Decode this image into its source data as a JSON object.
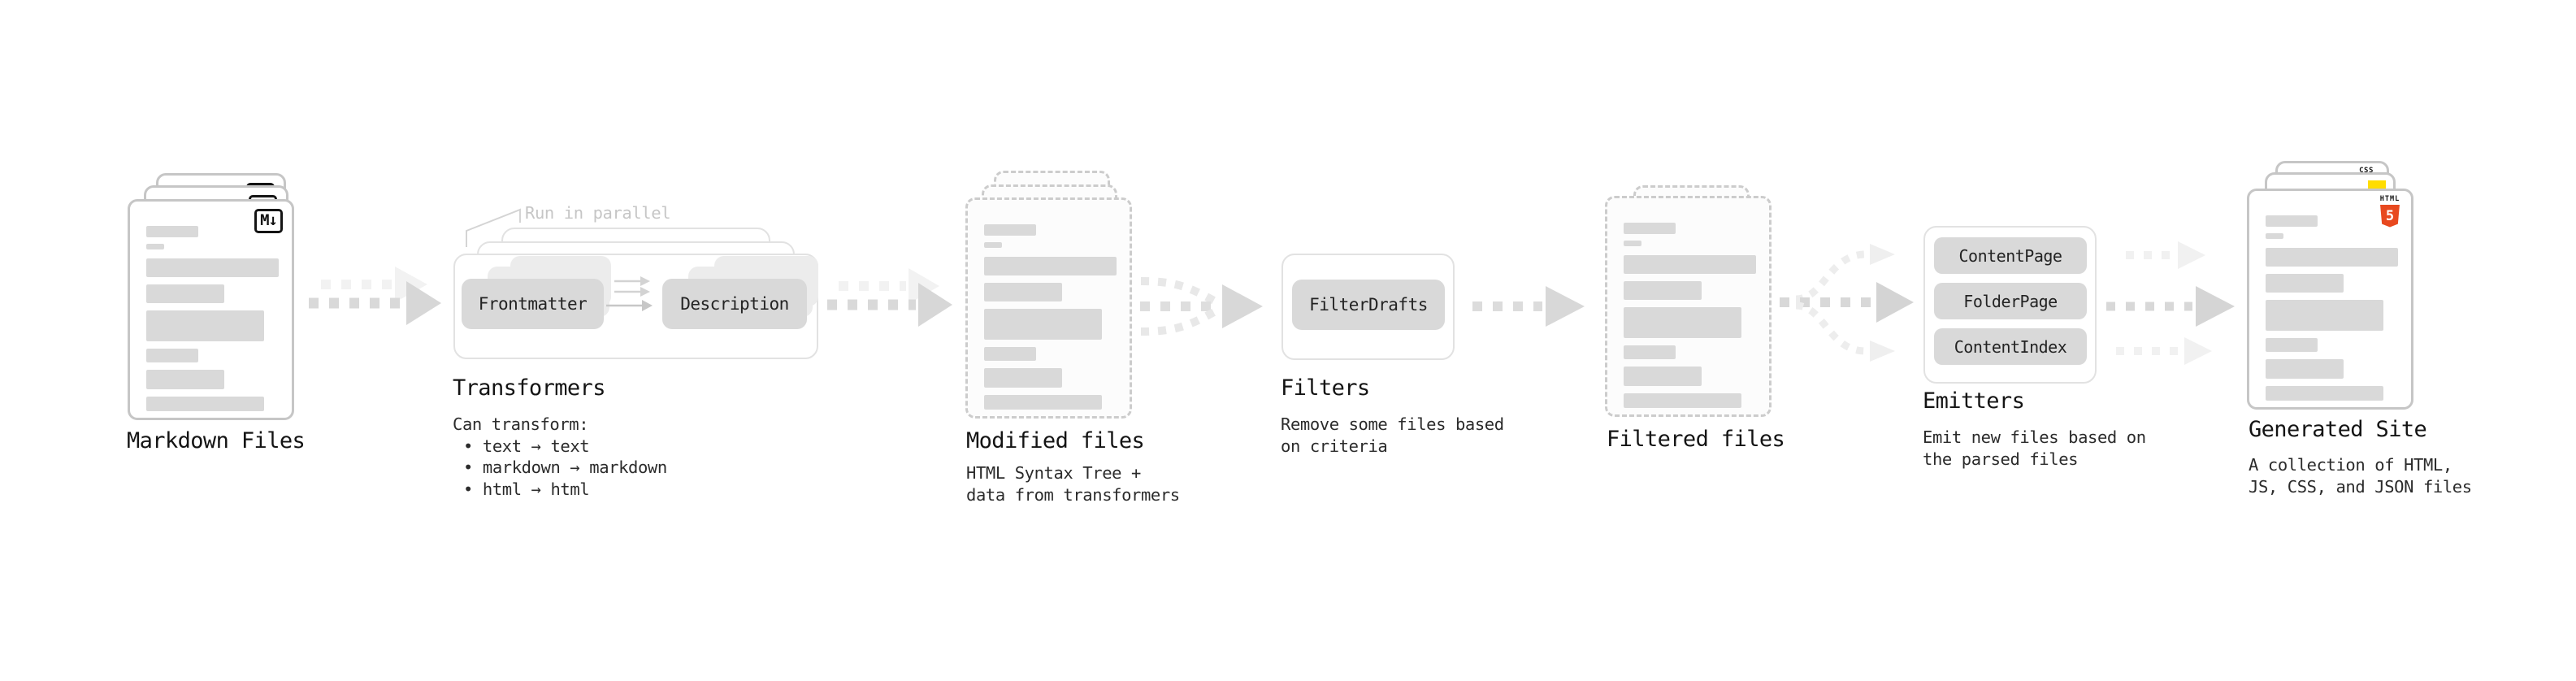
{
  "diagram": {
    "note": "Run in parallel",
    "stages": {
      "markdown": {
        "title": "Markdown Files",
        "badge": "M↓"
      },
      "transformers": {
        "title": "Transformers",
        "pills": {
          "frontmatter": "Frontmatter",
          "description": "Description"
        },
        "desc": [
          "Can transform:",
          "• text → text",
          "• markdown → markdown",
          "• html → html"
        ]
      },
      "modified": {
        "title": "Modified files",
        "desc": [
          "HTML Syntax Tree +",
          "data from transformers"
        ]
      },
      "filters": {
        "title": "Filters",
        "pills": {
          "filter_drafts": "FilterDrafts"
        },
        "desc": [
          "Remove some files based",
          "on criteria"
        ]
      },
      "filtered": {
        "title": "Filtered files"
      },
      "emitters": {
        "title": "Emitters",
        "pills": {
          "content_page": "ContentPage",
          "folder_page": "FolderPage",
          "content_index": "ContentIndex"
        },
        "desc": [
          "Emit new files based on",
          "the parsed files"
        ]
      },
      "generated": {
        "title": "Generated Site",
        "desc": [
          "A collection of HTML,",
          "JS, CSS, and JSON files"
        ],
        "badges": {
          "css": "CSS",
          "html_word": "HTML",
          "html_number": "5"
        }
      }
    },
    "colors": {
      "bar_gray": "#d9d9d9",
      "pill_gray": "#d9d9d9",
      "arrow_gray": "#d8d8d8",
      "arrow_faint": "#f1f1f1",
      "note_gray": "#c6c6c6",
      "html5_orange": "#e8491f",
      "css_blue": "#1a6ae5",
      "js_yellow": "#ffdd00"
    }
  }
}
